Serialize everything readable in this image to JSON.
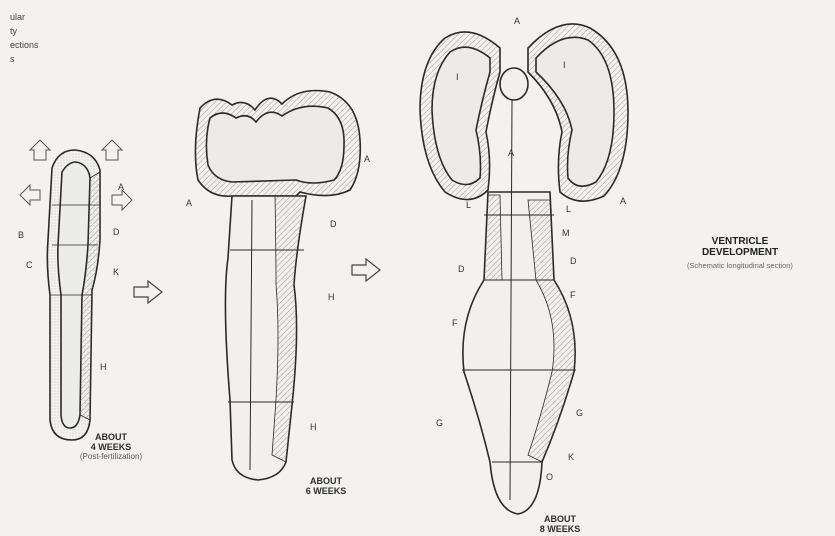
{
  "corner_fragment": [
    "ular",
    "ty",
    "ections",
    "s"
  ],
  "title": {
    "main_line1": "VENTRICLE",
    "main_line2": "DEVELOPMENT",
    "sub": "(Schematic longitudinal section)"
  },
  "stages": [
    {
      "caption_line1": "ABOUT",
      "caption_line2": "4 WEEKS",
      "caption_sub": "(Post-fertilization)",
      "labels": [
        "A",
        "B",
        "D",
        "C",
        "K",
        "H"
      ]
    },
    {
      "caption_line1": "ABOUT",
      "caption_line2": "6 WEEKS",
      "labels": [
        "A",
        "A",
        "D",
        "H",
        "H"
      ]
    },
    {
      "caption_line1": "ABOUT",
      "caption_line2": "8 WEEKS",
      "labels": [
        "A",
        "I",
        "I",
        "A",
        "A",
        "L",
        "L",
        "M",
        "D",
        "D",
        "F",
        "F",
        "G",
        "G",
        "K",
        "O"
      ]
    }
  ],
  "colors": {
    "background": "#f3f2ee",
    "ink": "#2a2a2a",
    "hatch": "#9a9a9a"
  },
  "icons": [
    "arrow-right-icon",
    "arrow-right-icon",
    "sprout-arrow-icon"
  ]
}
